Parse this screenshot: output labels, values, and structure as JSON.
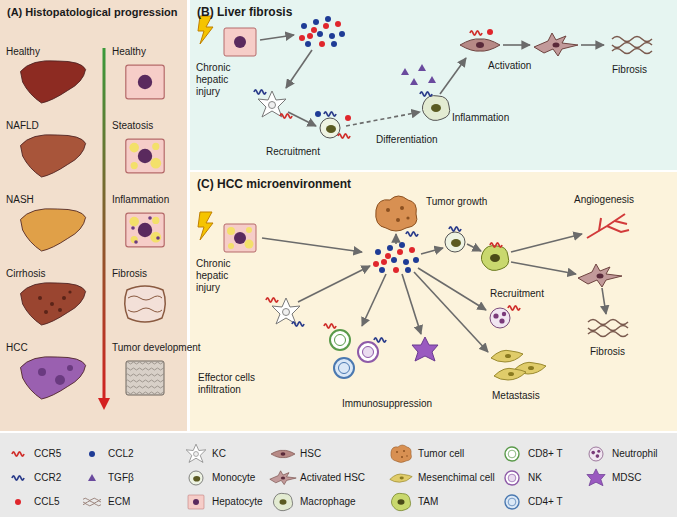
{
  "diagram": {
    "nodes": [
      {
        "text": [
          "(A) Histopatological progression"
        ]
      },
      {
        "text": [
          "(B) Liver fibrosis"
        ]
      },
      {
        "text": [
          "(C) HCC microenvironment"
        ]
      }
    ],
    "labels": [
      "Healthy",
      "Healthy",
      "NAFLD",
      "Steatosis",
      "NASH",
      "Inflammation",
      "Cirrhosis",
      "Fibrosis",
      "HCC",
      "Tumor development",
      "Chronic hepatic injury",
      "Recruitment",
      "Differentiation",
      "Inflammation",
      "Activation",
      "Fibrosis",
      "Chronic hepatic injury",
      "Tumor growth",
      "Angiogenesis",
      "Recruitment",
      "Fibrosis",
      "Effector cells infiltration",
      "Immunosuppression",
      "Metastasis"
    ],
    "legend": [
      {
        "text": "CCR5"
      },
      {
        "text": "CCL2"
      },
      {
        "text": "KC"
      },
      {
        "text": "HSC"
      },
      {
        "text": "Tumor cell"
      },
      {
        "text": "CD8+ T"
      },
      {
        "text": "Neutrophil"
      },
      {
        "text": "CCR2"
      },
      {
        "text": "TGFβ"
      },
      {
        "text": "Monocyte"
      },
      {
        "text": "Activated HSC"
      },
      {
        "text": "Mesenchimal cell"
      },
      {
        "text": "NK"
      },
      {
        "text": "MDSC"
      },
      {
        "text": "CCL5"
      },
      {
        "text": "ECM"
      },
      {
        "text": "Hepatocyte"
      },
      {
        "text": "Macrophage"
      },
      {
        "text": "TAM"
      },
      {
        "text": "CD4+ T"
      }
    ]
  }
}
